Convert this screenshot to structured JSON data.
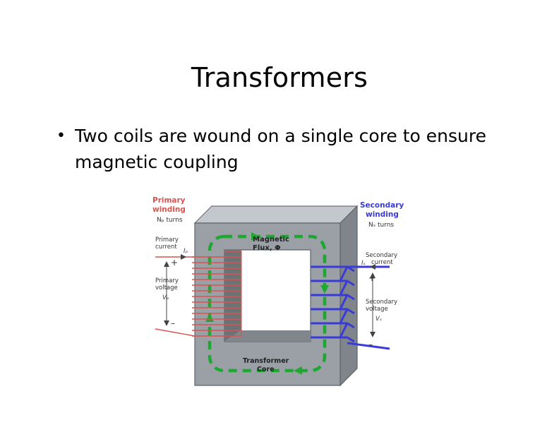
{
  "slide": {
    "title": "Transformers",
    "bullets": [
      {
        "marker": "•",
        "text": "Two coils are wound on a single core to ensure magnetic coupling"
      }
    ]
  },
  "diagram": {
    "primary": {
      "winding_line1": "Primary",
      "winding_line2": "winding",
      "turns": "Nₚ turns",
      "current_line1": "Primary",
      "current_line2": "current",
      "current_symbol": "Iₚ",
      "voltage_line1": "Primary",
      "voltage_line2": "voltage",
      "voltage_symbol": "Vₚ",
      "plus": "+",
      "minus": "–",
      "color": "#d9534f"
    },
    "secondary": {
      "winding_line1": "Secondary",
      "winding_line2": "winding",
      "turns": "Nₛ turns",
      "current_line1": "Secondary",
      "current_line2": "current",
      "current_symbol": "Iₛ",
      "voltage_line1": "Secondary",
      "voltage_line2": "voltage",
      "voltage_symbol": "Vₛ",
      "plus": "+",
      "minus": "–",
      "color": "#3a3ad6"
    },
    "flux_line1": "Magnetic",
    "flux_line2": "Flux,  Φ",
    "core_line1": "Transformer",
    "core_line2": "Core",
    "flux_color": "#1fa831",
    "core_color": "#9aa0a6"
  }
}
